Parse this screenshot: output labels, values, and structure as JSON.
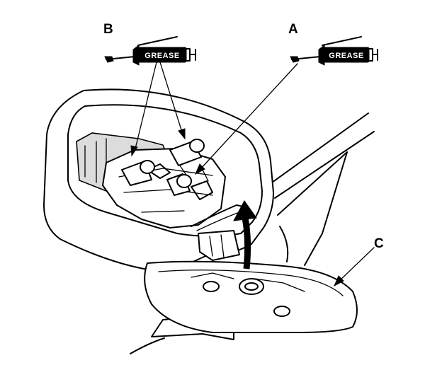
{
  "callouts": {
    "a": "A",
    "b": "B",
    "c": "C"
  },
  "grease_label": "GREASE",
  "icons": [
    "grease-tube-icon"
  ]
}
